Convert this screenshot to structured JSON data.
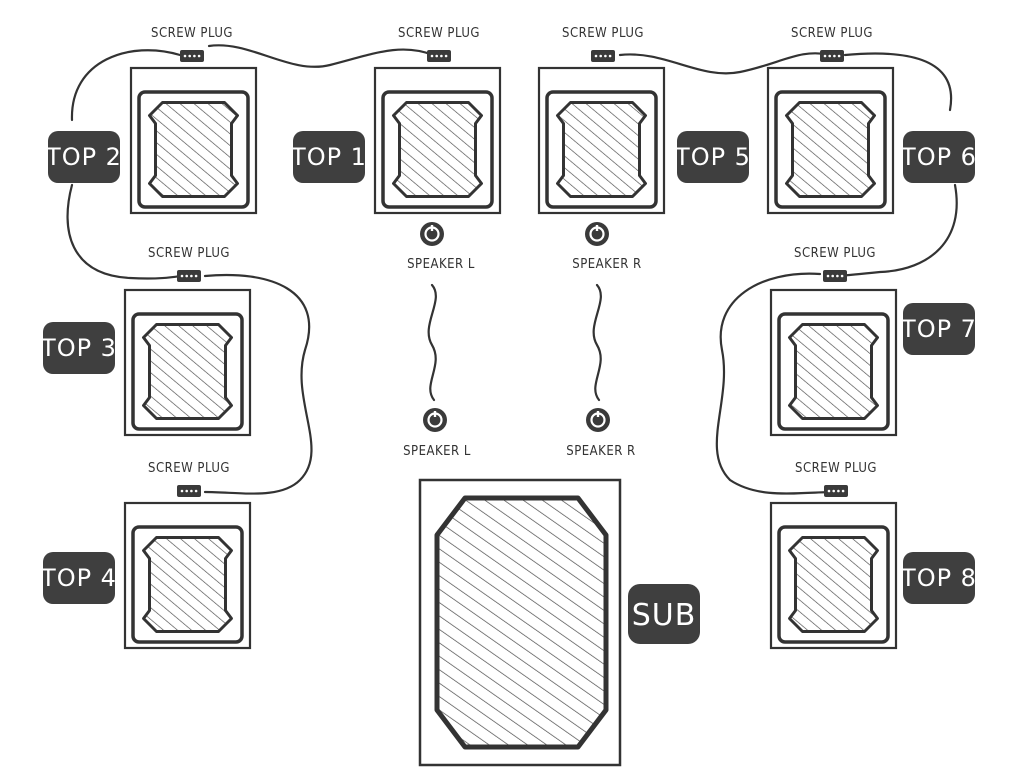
{
  "colors": {
    "ink": "#333333",
    "badge_fill": "#3f3f3f",
    "badge_text": "#ffffff",
    "background": "#ffffff"
  },
  "labels": {
    "screw_plug": "SCREW PLUG",
    "speaker_l": "SPEAKER L",
    "speaker_r": "SPEAKER R"
  },
  "speakers": [
    {
      "id": "top1",
      "badge": "TOP 1"
    },
    {
      "id": "top2",
      "badge": "TOP 2"
    },
    {
      "id": "top3",
      "badge": "TOP 3"
    },
    {
      "id": "top4",
      "badge": "TOP 4"
    },
    {
      "id": "top5",
      "badge": "TOP 5"
    },
    {
      "id": "top6",
      "badge": "TOP 6"
    },
    {
      "id": "top7",
      "badge": "TOP 7"
    },
    {
      "id": "top8",
      "badge": "TOP 8"
    }
  ],
  "sub": {
    "badge": "SUB"
  }
}
